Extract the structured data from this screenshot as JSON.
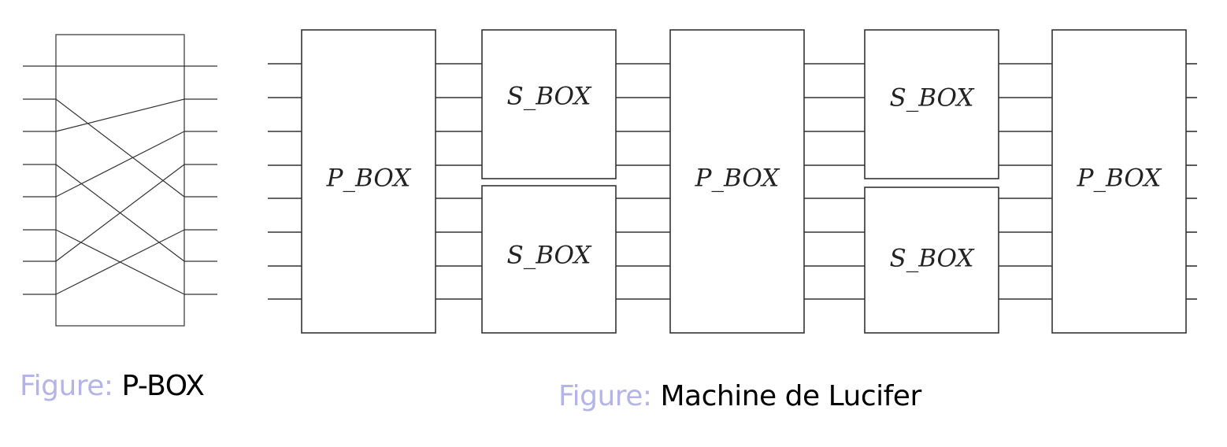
{
  "pbox_figure": {
    "caption_prefix": "Figure:",
    "caption_text": "P-BOX",
    "permutation": [
      0,
      4,
      1,
      6,
      2,
      7,
      3,
      5
    ]
  },
  "lucifer_figure": {
    "caption_prefix": "Figure:",
    "caption_text": "Machine de Lucifer",
    "stages": [
      {
        "type": "p_box",
        "label": "P_BOX"
      },
      {
        "type": "s_box_pair",
        "labels": [
          "S_BOX",
          "S_BOX"
        ]
      },
      {
        "type": "p_box",
        "label": "P_BOX"
      },
      {
        "type": "s_box_pair",
        "labels": [
          "S_BOX",
          "S_BOX"
        ]
      },
      {
        "type": "p_box",
        "label": "P_BOX"
      }
    ]
  },
  "colors": {
    "line": "#333333",
    "caption_prefix": "#b4b4e6",
    "caption_text": "#000000"
  }
}
